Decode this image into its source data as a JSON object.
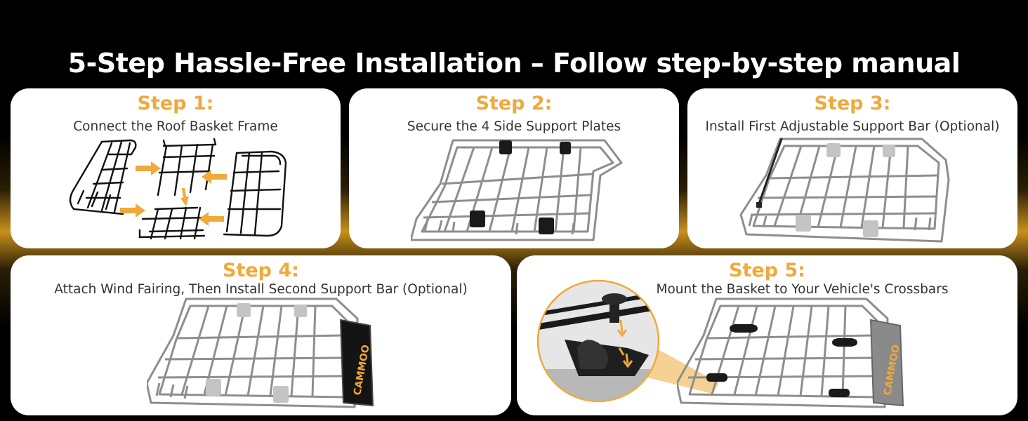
{
  "header": {
    "title": "5-Step Hassle-Free Installation – Follow step-by-step manual"
  },
  "steps": [
    {
      "title": "Step 1:",
      "description": "Connect the Roof Basket Frame",
      "illustration": "basket-frame-pieces"
    },
    {
      "title": "Step 2:",
      "description": "Secure the 4 Side Support Plates",
      "illustration": "basket-with-plates"
    },
    {
      "title": "Step 3:",
      "description": "Install First Adjustable Support Bar (Optional)",
      "illustration": "basket-with-support-bar"
    },
    {
      "title": "Step 4:",
      "description": "Attach Wind Fairing, Then Install Second Support Bar (Optional)",
      "illustration": "basket-with-wind-fairing"
    },
    {
      "title": "Step 5:",
      "description": "Mount the Basket to Your Vehicle's Crossbars",
      "illustration": "basket-mounted-crossbars"
    }
  ],
  "brand": {
    "logo_text": "CAMMOO"
  },
  "colors": {
    "accent": "#f0a93b",
    "background": "#000000",
    "card": "#ffffff",
    "text": "#333333",
    "frame": "#8e8e8e"
  }
}
